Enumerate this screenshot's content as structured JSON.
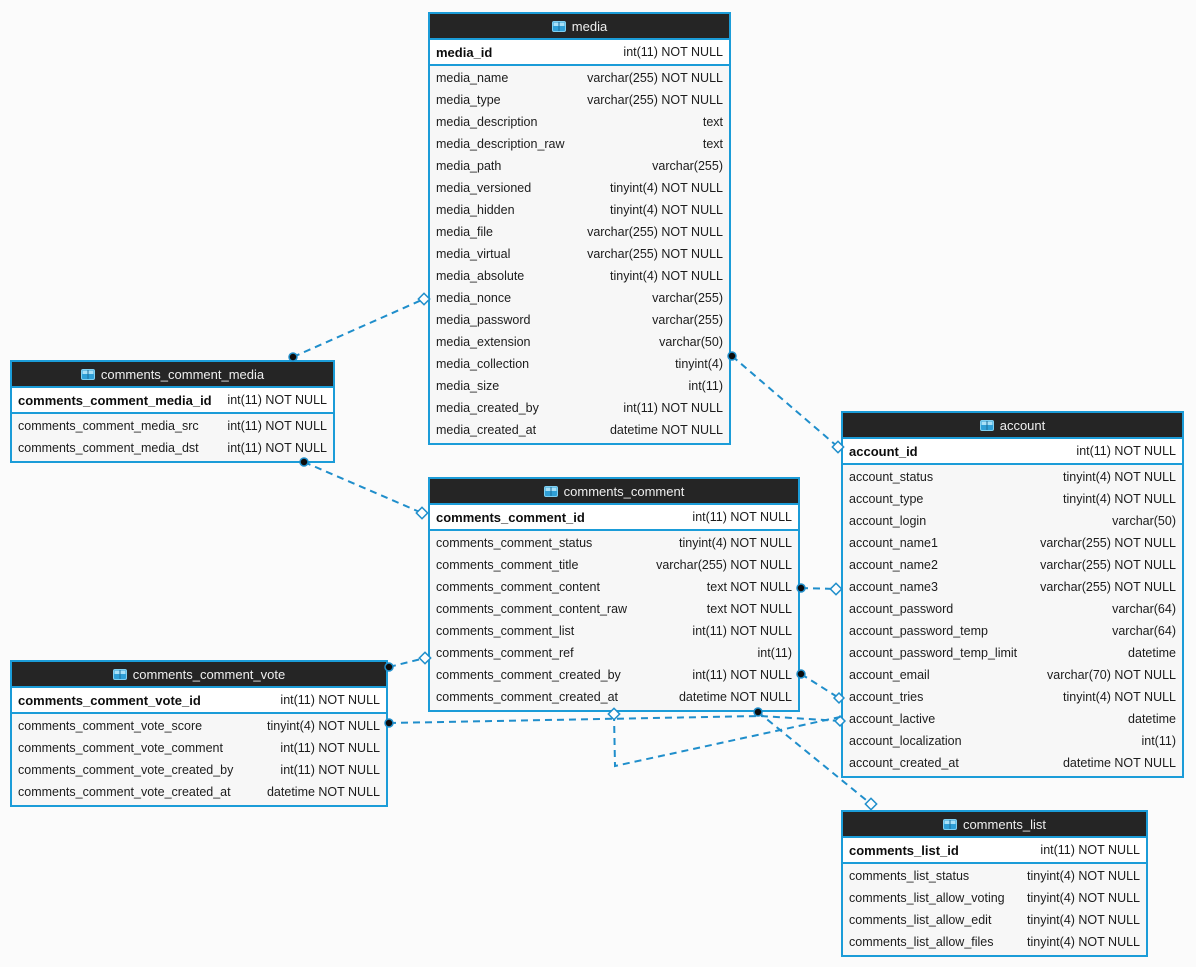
{
  "colors": {
    "accent": "#1b9cd8",
    "header_bg": "#252525",
    "header_text": "#efefef",
    "pk_row_bg": "#ffffff",
    "row_bg": "#f7f7f7",
    "canvas_bg": "#fbfbfb",
    "wire": "#1f8ecb"
  },
  "diagram": {
    "tables": [
      {
        "title": "media",
        "pk": {
          "name": "media_id",
          "type": "int(11) NOT NULL"
        },
        "columns": [
          {
            "name": "media_name",
            "type": "varchar(255) NOT NULL"
          },
          {
            "name": "media_type",
            "type": "varchar(255) NOT NULL"
          },
          {
            "name": "media_description",
            "type": "text"
          },
          {
            "name": "media_description_raw",
            "type": "text"
          },
          {
            "name": "media_path",
            "type": "varchar(255)"
          },
          {
            "name": "media_versioned",
            "type": "tinyint(4) NOT NULL"
          },
          {
            "name": "media_hidden",
            "type": "tinyint(4) NOT NULL"
          },
          {
            "name": "media_file",
            "type": "varchar(255) NOT NULL"
          },
          {
            "name": "media_virtual",
            "type": "varchar(255) NOT NULL"
          },
          {
            "name": "media_absolute",
            "type": "tinyint(4) NOT NULL"
          },
          {
            "name": "media_nonce",
            "type": "varchar(255)"
          },
          {
            "name": "media_password",
            "type": "varchar(255)"
          },
          {
            "name": "media_extension",
            "type": "varchar(50)"
          },
          {
            "name": "media_collection",
            "type": "tinyint(4)"
          },
          {
            "name": "media_size",
            "type": "int(11)"
          },
          {
            "name": "media_created_by",
            "type": "int(11) NOT NULL"
          },
          {
            "name": "media_created_at",
            "type": "datetime NOT NULL"
          }
        ]
      },
      {
        "title": "comments_comment_media",
        "pk": {
          "name": "comments_comment_media_id",
          "type": "int(11) NOT NULL"
        },
        "columns": [
          {
            "name": "comments_comment_media_src",
            "type": "int(11) NOT NULL"
          },
          {
            "name": "comments_comment_media_dst",
            "type": "int(11) NOT NULL"
          }
        ]
      },
      {
        "title": "comments_comment",
        "pk": {
          "name": "comments_comment_id",
          "type": "int(11) NOT NULL"
        },
        "columns": [
          {
            "name": "comments_comment_status",
            "type": "tinyint(4) NOT NULL"
          },
          {
            "name": "comments_comment_title",
            "type": "varchar(255) NOT NULL"
          },
          {
            "name": "comments_comment_content",
            "type": "text NOT NULL"
          },
          {
            "name": "comments_comment_content_raw",
            "type": "text NOT NULL"
          },
          {
            "name": "comments_comment_list",
            "type": "int(11) NOT NULL"
          },
          {
            "name": "comments_comment_ref",
            "type": "int(11)"
          },
          {
            "name": "comments_comment_created_by",
            "type": "int(11) NOT NULL"
          },
          {
            "name": "comments_comment_created_at",
            "type": "datetime NOT NULL"
          }
        ]
      },
      {
        "title": "comments_comment_vote",
        "pk": {
          "name": "comments_comment_vote_id",
          "type": "int(11) NOT NULL"
        },
        "columns": [
          {
            "name": "comments_comment_vote_score",
            "type": "tinyint(4) NOT NULL"
          },
          {
            "name": "comments_comment_vote_comment",
            "type": "int(11) NOT NULL"
          },
          {
            "name": "comments_comment_vote_created_by",
            "type": "int(11) NOT NULL"
          },
          {
            "name": "comments_comment_vote_created_at",
            "type": "datetime NOT NULL"
          }
        ]
      },
      {
        "title": "account",
        "pk": {
          "name": "account_id",
          "type": "int(11) NOT NULL"
        },
        "columns": [
          {
            "name": "account_status",
            "type": "tinyint(4) NOT NULL"
          },
          {
            "name": "account_type",
            "type": "tinyint(4) NOT NULL"
          },
          {
            "name": "account_login",
            "type": "varchar(50)"
          },
          {
            "name": "account_name1",
            "type": "varchar(255) NOT NULL"
          },
          {
            "name": "account_name2",
            "type": "varchar(255) NOT NULL"
          },
          {
            "name": "account_name3",
            "type": "varchar(255) NOT NULL"
          },
          {
            "name": "account_password",
            "type": "varchar(64)"
          },
          {
            "name": "account_password_temp",
            "type": "varchar(64)"
          },
          {
            "name": "account_password_temp_limit",
            "type": "datetime"
          },
          {
            "name": "account_email",
            "type": "varchar(70) NOT NULL"
          },
          {
            "name": "account_tries",
            "type": "tinyint(4) NOT NULL"
          },
          {
            "name": "account_lactive",
            "type": "datetime"
          },
          {
            "name": "account_localization",
            "type": "int(11)"
          },
          {
            "name": "account_created_at",
            "type": "datetime NOT NULL"
          }
        ]
      },
      {
        "title": "comments_list",
        "pk": {
          "name": "comments_list_id",
          "type": "int(11) NOT NULL"
        },
        "columns": [
          {
            "name": "comments_list_status",
            "type": "tinyint(4) NOT NULL"
          },
          {
            "name": "comments_list_allow_voting",
            "type": "tinyint(4) NOT NULL"
          },
          {
            "name": "comments_list_allow_edit",
            "type": "tinyint(4) NOT NULL"
          },
          {
            "name": "comments_list_allow_files",
            "type": "tinyint(4) NOT NULL"
          }
        ]
      }
    ],
    "relationships": [
      {
        "from": "comments_comment_media",
        "to": "media"
      },
      {
        "from": "comments_comment_media",
        "to": "comments_comment"
      },
      {
        "from": "media",
        "to": "account"
      },
      {
        "from": "comments_comment",
        "to": "account"
      },
      {
        "from": "comments_comment",
        "to": "account"
      },
      {
        "from": "comments_comment_vote",
        "to": "comments_comment"
      },
      {
        "from": "comments_comment_vote",
        "to": "account"
      },
      {
        "from": "comments_comment",
        "to": "comments_comment"
      },
      {
        "from": "comments_comment",
        "to": "comments_list"
      }
    ]
  }
}
